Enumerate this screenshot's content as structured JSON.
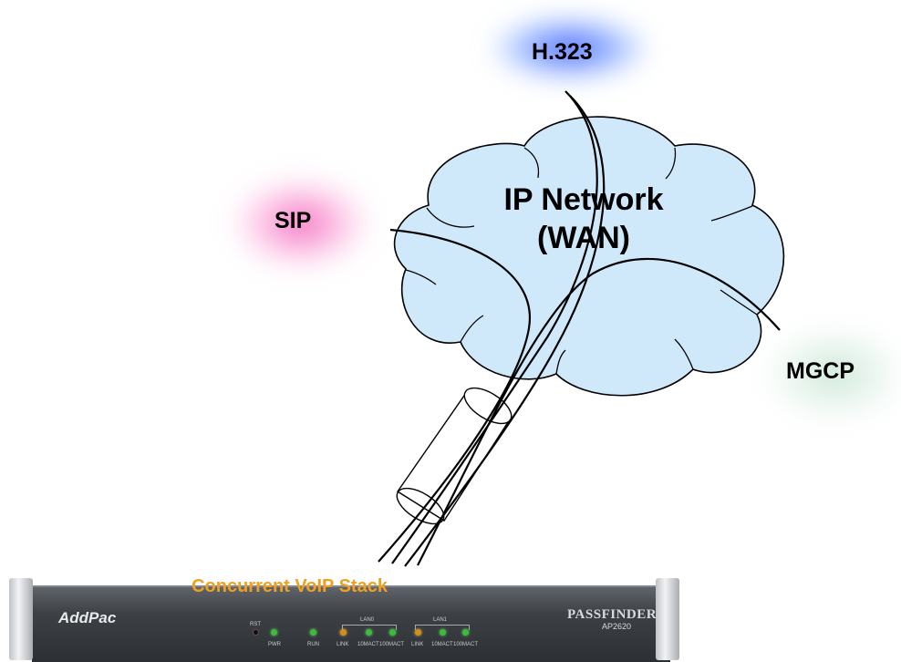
{
  "protocols": {
    "h323": "H.323",
    "sip": "SIP",
    "mgcp": "MGCP"
  },
  "network": {
    "line1": "IP Network",
    "line2": "(WAN)"
  },
  "device": {
    "stack_label": "Concurrent  VoIP Stack",
    "brand": "AddPac",
    "product": "PASSFINDER",
    "model": "AP2620",
    "leds": {
      "rst": "RST",
      "pwr": "PWR",
      "run": "RUN",
      "lan0": "LAN0",
      "lan1": "LAN1",
      "link": "LINK",
      "act10": "10MACT",
      "act100": "100MACT"
    }
  },
  "colors": {
    "cloud_fill": "#cfe9fb",
    "h323_glow": "#3c5aff",
    "sip_glow": "#f03caa",
    "mgcp_glow": "#aad7be",
    "stack_label": "#f0a020"
  }
}
